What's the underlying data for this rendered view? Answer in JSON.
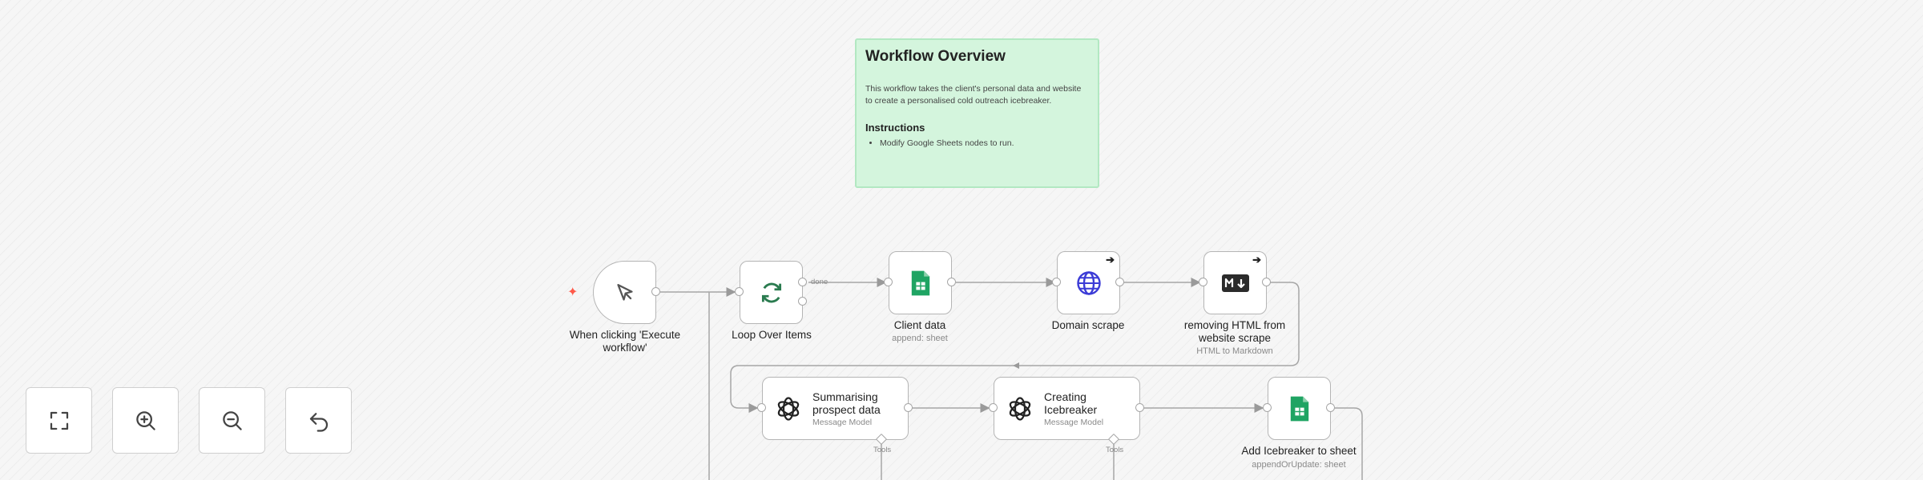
{
  "sticky": {
    "title": "Workflow Overview",
    "body": "This workflow takes the client's personal data and website to create a personalised cold outreach icebreaker.",
    "instructions_heading": "Instructions",
    "instructions": [
      "Modify Google Sheets nodes to run."
    ]
  },
  "nodes": {
    "trigger": {
      "label": "When clicking 'Execute workflow'",
      "icon": "cursor-click-icon"
    },
    "loop": {
      "label": "Loop Over Items",
      "icon": "loop-arrows-icon",
      "done_label": "done"
    },
    "client_data": {
      "label": "Client data",
      "sub": "append: sheet",
      "icon": "google-sheets-icon"
    },
    "domain_scrape": {
      "label": "Domain scrape",
      "icon": "globe-icon"
    },
    "html_markdown": {
      "label": "removing HTML from website scrape",
      "sub": "HTML to Markdown",
      "icon": "markdown-icon"
    },
    "summarising": {
      "title": "Summarising prospect data",
      "sub": "Message Model",
      "icon": "openai-icon",
      "tools_label": "Tools"
    },
    "icebreaker": {
      "title": "Creating Icebreaker",
      "sub": "Message Model",
      "icon": "openai-icon",
      "tools_label": "Tools"
    },
    "add_icebreaker": {
      "label": "Add Icebreaker to sheet",
      "sub": "appendOrUpdate: sheet",
      "icon": "google-sheets-icon"
    }
  },
  "controls": [
    {
      "name": "fit-view-button",
      "icon": "fit-view-icon"
    },
    {
      "name": "zoom-in-button",
      "icon": "zoom-in-icon"
    },
    {
      "name": "zoom-out-button",
      "icon": "zoom-out-icon"
    },
    {
      "name": "undo-button",
      "icon": "undo-icon"
    }
  ],
  "colors": {
    "sheets_green": "#1fa463",
    "loop_green": "#2a7b4f",
    "globe_blue": "#3b3bd6",
    "sticky_bg": "#d4f5dd",
    "trigger_spark": "#ff5a4a"
  }
}
